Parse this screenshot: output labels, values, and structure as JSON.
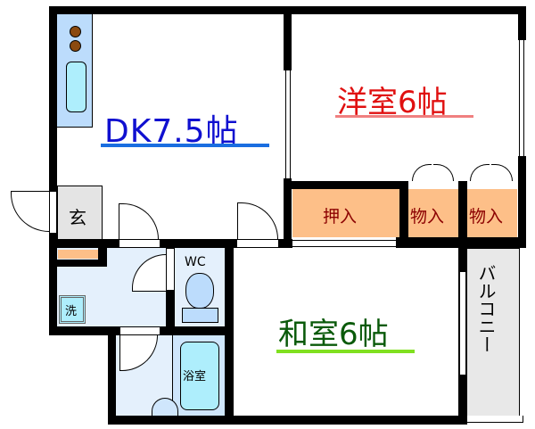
{
  "floor_plan": {
    "rooms": {
      "dk": {
        "label": "DK7.5帖",
        "color": "#1010d0",
        "underline": "#1a6ee0"
      },
      "western": {
        "label": "洋室6帖",
        "color": "#e01010",
        "underline": "#f08080"
      },
      "japanese": {
        "label": "和室6帖",
        "color": "#0a5a0a",
        "underline": "#80e020"
      },
      "entrance": {
        "label": "玄"
      },
      "wc": {
        "label": "WC"
      },
      "bath": {
        "label": "浴室"
      },
      "washer": {
        "label": "洗"
      },
      "balcony": {
        "label": "バルコニー"
      }
    },
    "storage": {
      "closet": {
        "label": "押入"
      },
      "storage_1": {
        "label": "物入"
      },
      "storage_2": {
        "label": "物入"
      }
    },
    "colors": {
      "wall": "#000000",
      "storage_fill": "#fdbf88",
      "storage_text": "#8b0000",
      "wet_area": "#e4f0fc",
      "fixture_blue": "#aeeefc",
      "kitchen_counter": "#bcdcfc",
      "stove_burner": "#8b4a10",
      "entrance_fill": "#e4e4e4",
      "balcony_fill": "#e8e8e8"
    }
  }
}
